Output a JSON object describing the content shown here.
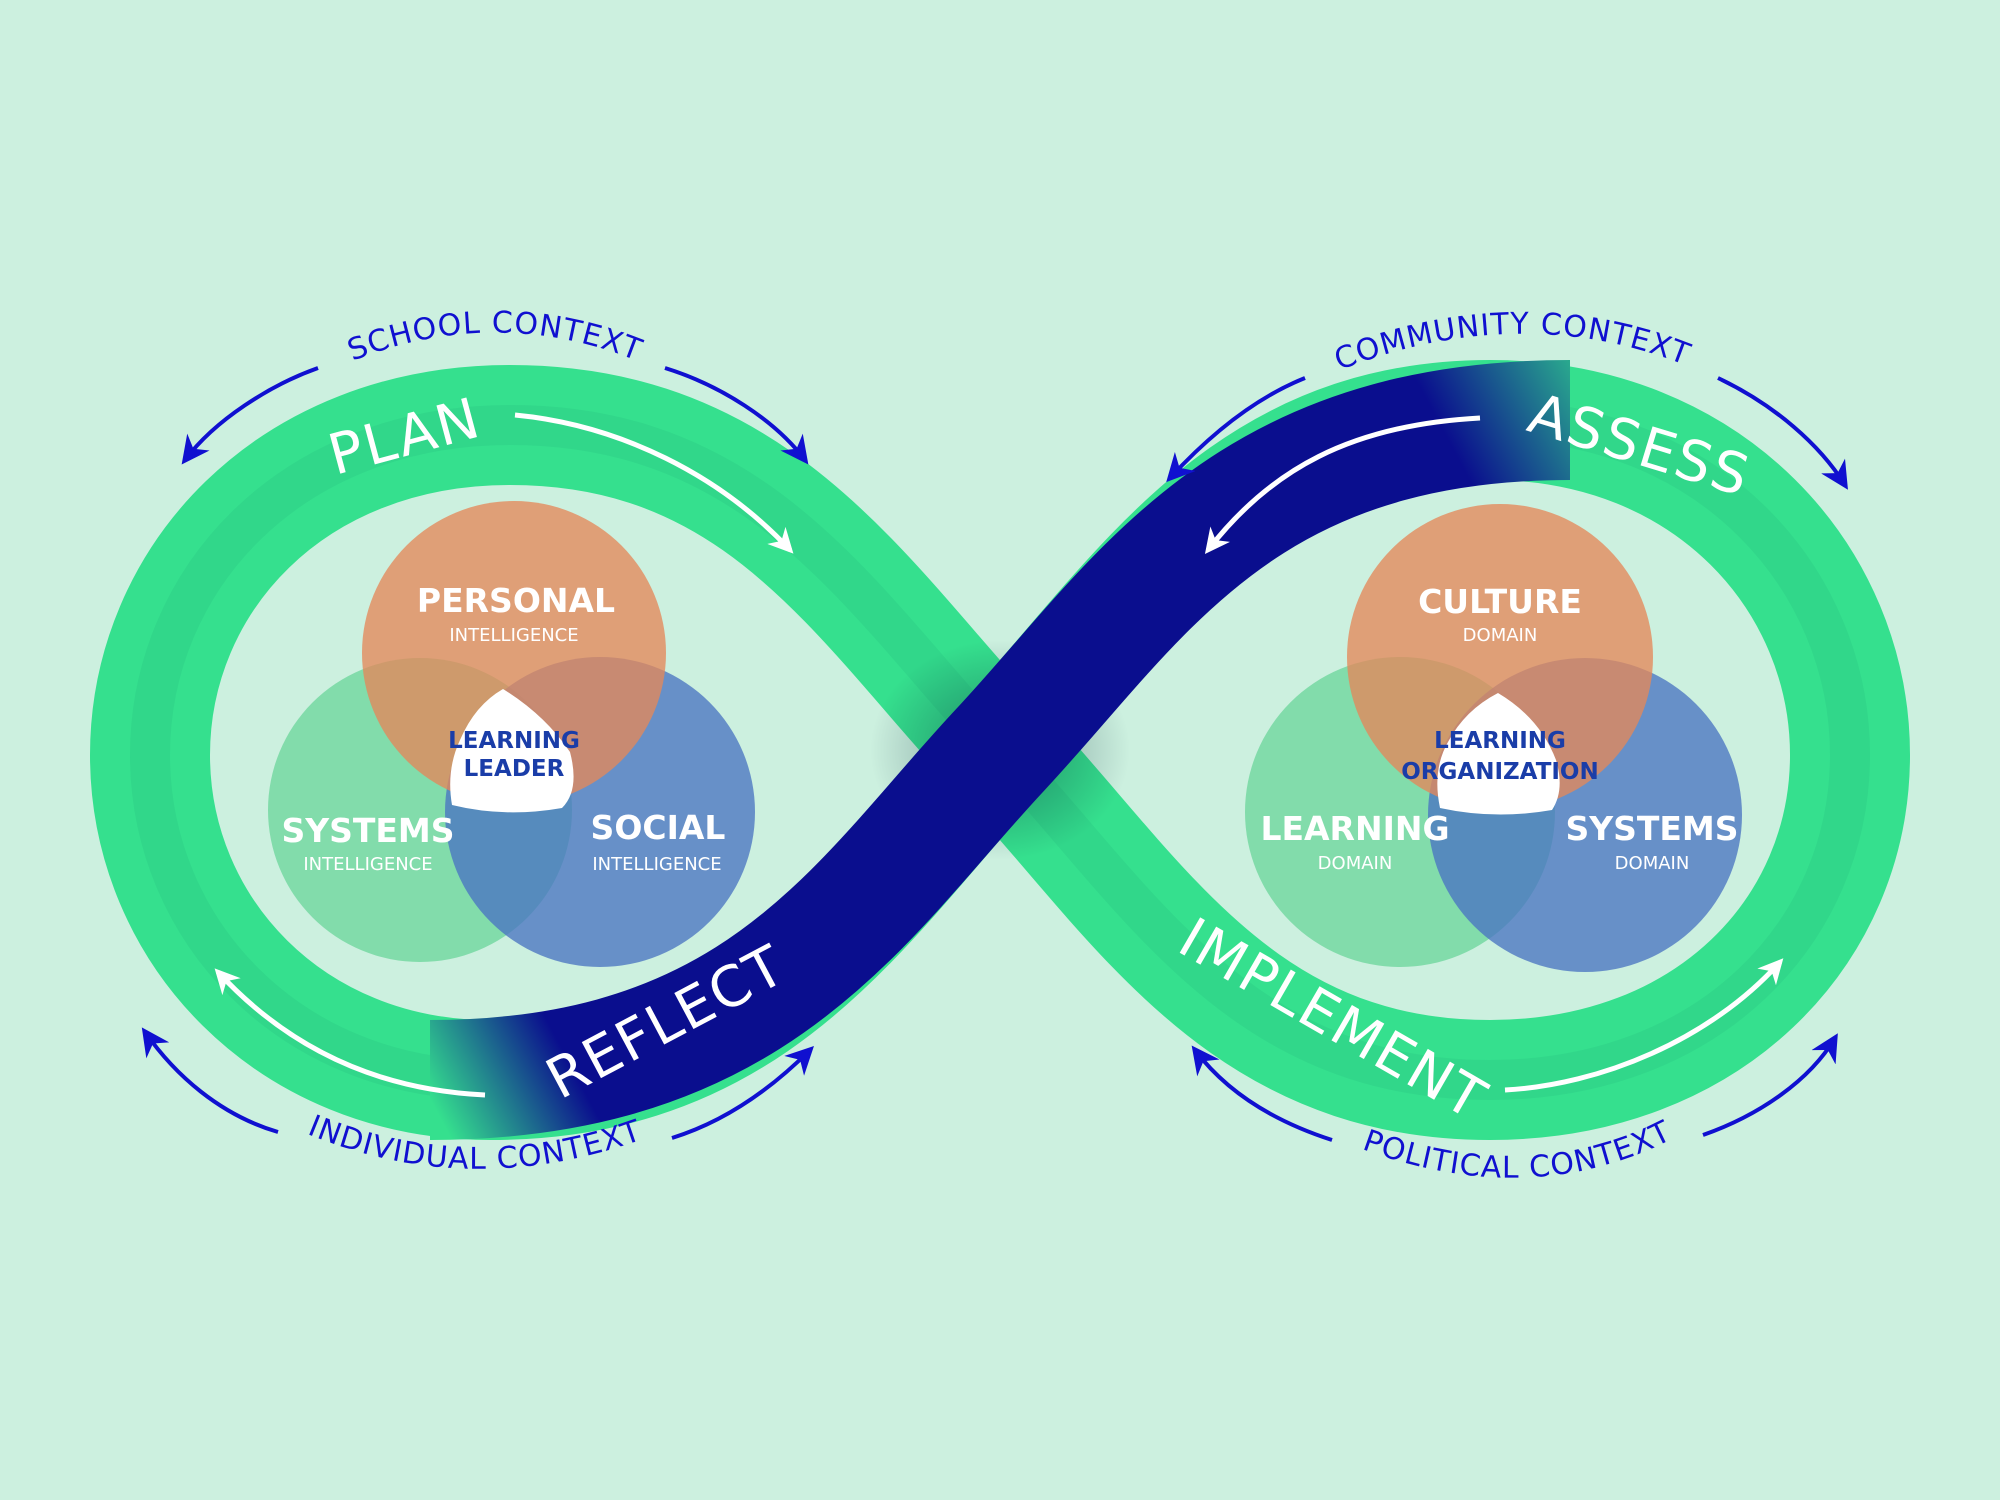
{
  "phases": {
    "plan": "PLAN",
    "assess": "ASSESS",
    "reflect": "REFLECT",
    "implement": "IMPLEMENT"
  },
  "contexts": {
    "school": "SCHOOL CONTEXT",
    "community": "COMMUNITY CONTEXT",
    "individual": "INDIVIDUAL CONTEXT",
    "political": "POLITICAL CONTEXT"
  },
  "left_venn": {
    "top": {
      "title": "PERSONAL",
      "subtitle": "INTELLIGENCE"
    },
    "left": {
      "title": "SYSTEMS",
      "subtitle": "INTELLIGENCE"
    },
    "right": {
      "title": "SOCIAL",
      "subtitle": "INTELLIGENCE"
    },
    "center": {
      "line1": "LEARNING",
      "line2": "LEADER"
    }
  },
  "right_venn": {
    "top": {
      "title": "CULTURE",
      "subtitle": "DOMAIN"
    },
    "left": {
      "title": "LEARNING",
      "subtitle": "DOMAIN"
    },
    "right": {
      "title": "SYSTEMS",
      "subtitle": "DOMAIN"
    },
    "center": {
      "line1": "LEARNING",
      "line2": "ORGANIZATION"
    }
  },
  "colors": {
    "background": "#ccf0df",
    "green_band": "#35e08e",
    "blue_band": "#0a0e8e",
    "orange_circle": "#e4885a",
    "green_circle": "#7ddaa8",
    "blue_circle": "#4a74c2",
    "context_text": "#1010d0"
  }
}
